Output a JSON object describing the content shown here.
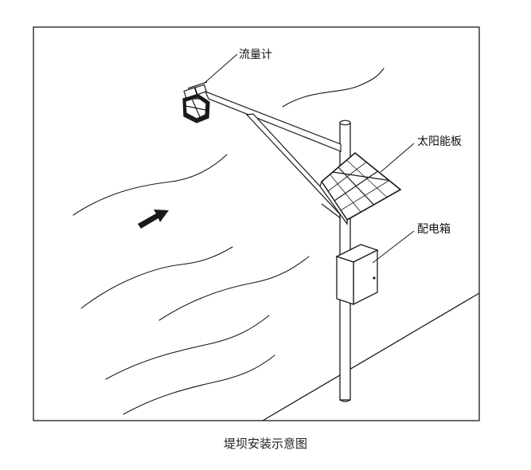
{
  "labels": {
    "flowmeter": "流量计",
    "solar_panel": "太阳能板",
    "distribution_box": "配电箱"
  },
  "caption": "堤坝安装示意图",
  "colors": {
    "line": "#1a1a1a",
    "background": "#ffffff"
  }
}
